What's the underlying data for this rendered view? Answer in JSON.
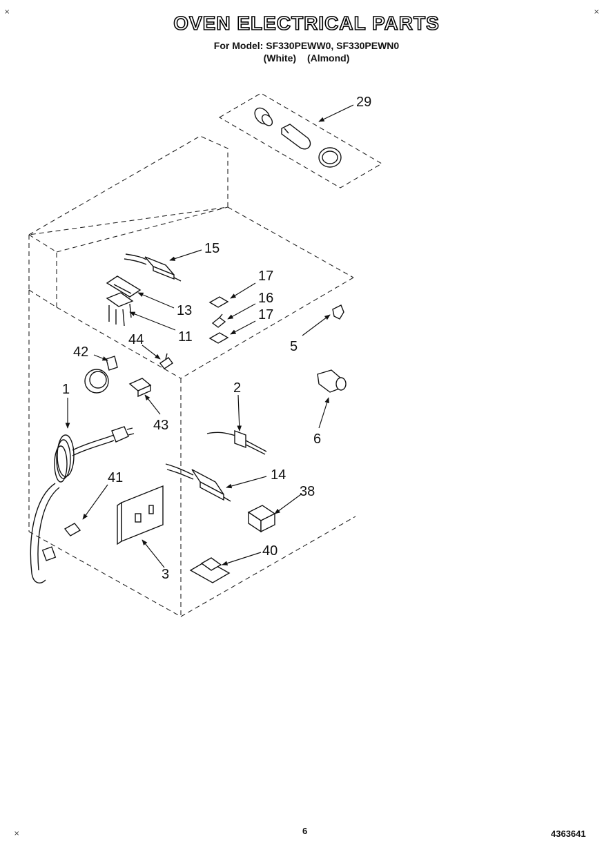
{
  "title": "OVEN ELECTRICAL PARTS",
  "subtitle": {
    "models_line": "For Model: SF330PEWW0, SF330PEWN0",
    "color_white": "(White)",
    "color_almond": "(Almond)"
  },
  "footer": {
    "page_number": "6",
    "doc_number": "4363641",
    "corner_mark": "×"
  },
  "callouts": {
    "c29": "29",
    "c15": "15",
    "c17a": "17",
    "c16": "16",
    "c17b": "17",
    "c13": "13",
    "c11": "11",
    "c44": "44",
    "c5": "5",
    "c42": "42",
    "c1": "1",
    "c2": "2",
    "c6": "6",
    "c43": "43",
    "c14": "14",
    "c38": "38",
    "c41": "41",
    "c40": "40",
    "c3": "3"
  }
}
